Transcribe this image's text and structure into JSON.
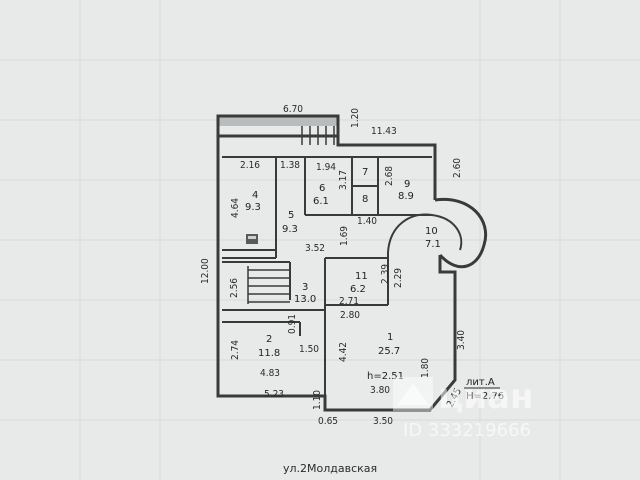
{
  "dims": {
    "top_width": "6.70",
    "top_right": "11.43",
    "top_small": "1.20",
    "r4_top": "2.16",
    "corr_top": "1.38",
    "r6_top": "1.94",
    "right_upper": "2.60",
    "r4_side": "4.64",
    "r6_side": "3.17",
    "r8_side": "2.68",
    "bottom_r6": "1.40",
    "corr_h": "3.52",
    "corr_v": "1.69",
    "left_total": "12.00",
    "r3_side": "2.56",
    "r11_side": "2.39",
    "r11_right": "2.29",
    "r11_bottom": "2.71",
    "r1_top": "2.80",
    "r2_small": "0.91",
    "r2_side": "2.74",
    "r2_right": "1.50",
    "r1_left": "4.42",
    "r1_right": "3.40",
    "r1_diag": "1.80",
    "r2_bottom": "4.83",
    "r1_bottom": "3.80",
    "bottom_left": "5.23",
    "notch_v": "1.10",
    "notch_h": "0.65",
    "bottom_mid": "3.50",
    "diag_bottom": "2.45"
  },
  "rooms": [
    {
      "no": "1",
      "area": "25.7"
    },
    {
      "no": "2",
      "area": "11.8"
    },
    {
      "no": "3",
      "area": "13.0"
    },
    {
      "no": "4",
      "area": "9.3"
    },
    {
      "no": "5",
      "area": "9.3"
    },
    {
      "no": "6",
      "area": "6.1"
    },
    {
      "no": "7",
      "area": ""
    },
    {
      "no": "8",
      "area": ""
    },
    {
      "no": "9",
      "area": "8.9"
    },
    {
      "no": "10",
      "area": "7.1"
    },
    {
      "no": "11",
      "area": "6.2"
    }
  ],
  "notes": {
    "room_height": "h=2.51",
    "floor_label": "лит.А",
    "floor_height": "H=2.76"
  },
  "street": "ул.2Молдавская",
  "watermark": {
    "logo": "циан",
    "id": "ID 333219666"
  },
  "colors": {
    "paper": "#e8eae9",
    "line": "#3a3a3a"
  }
}
